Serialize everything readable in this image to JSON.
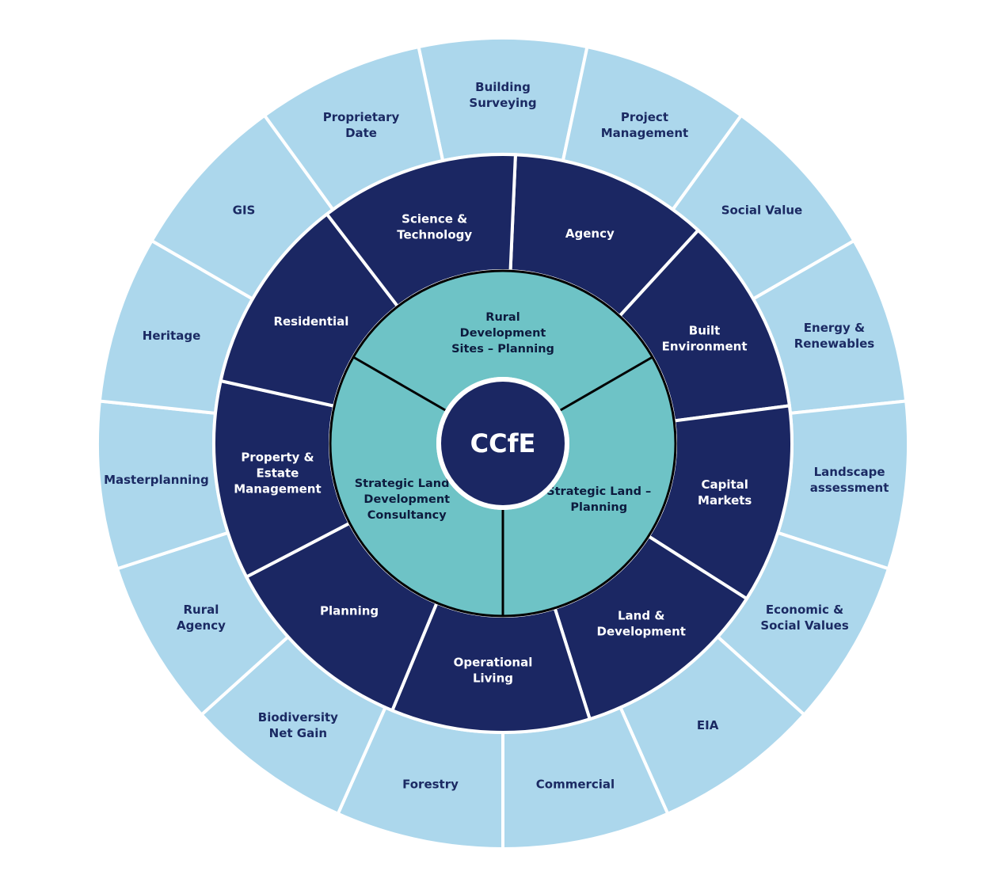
{
  "colors": {
    "outer_ring": "#acd7ec",
    "middle_ring": "#1b2763",
    "inner_ring": "#6ec3c6",
    "center": "#1b2763",
    "divider": "#ffffff",
    "inner_stroke": "#000000",
    "outer_text": "#1b2a63",
    "middle_text": "#ffffff",
    "inner_text": "#0d1b3e"
  },
  "center": {
    "label": "CCfE"
  },
  "inner_ring": [
    {
      "lines": [
        "Rural",
        "Development",
        "Sites – Planning"
      ]
    },
    {
      "lines": [
        "Strategic Land –",
        "Planning"
      ]
    },
    {
      "lines": [
        "Strategic Land –",
        "Development",
        "Consultancy"
      ]
    }
  ],
  "middle_ring": [
    {
      "lines": [
        "Agency"
      ]
    },
    {
      "lines": [
        "Built",
        "Environment"
      ]
    },
    {
      "lines": [
        "Capital",
        "Markets"
      ]
    },
    {
      "lines": [
        "Land &",
        "Development"
      ]
    },
    {
      "lines": [
        "Operational",
        "Living"
      ]
    },
    {
      "lines": [
        "Planning"
      ]
    },
    {
      "lines": [
        "Property &",
        "Estate",
        "Management"
      ]
    },
    {
      "lines": [
        "Residential"
      ]
    },
    {
      "lines": [
        "Science &",
        "Technology"
      ]
    }
  ],
  "outer_ring": [
    {
      "lines": [
        "Building",
        "Surveying"
      ]
    },
    {
      "lines": [
        "Project",
        "Management"
      ]
    },
    {
      "lines": [
        "Social Value"
      ]
    },
    {
      "lines": [
        "Energy &",
        "Renewables"
      ]
    },
    {
      "lines": [
        "Landscape",
        "assessment"
      ]
    },
    {
      "lines": [
        "Economic &",
        "Social Values"
      ]
    },
    {
      "lines": [
        "EIA"
      ]
    },
    {
      "lines": [
        "Commercial"
      ]
    },
    {
      "lines": [
        "Forestry"
      ]
    },
    {
      "lines": [
        "Biodiversity",
        "Net Gain"
      ]
    },
    {
      "lines": [
        "Rural",
        "Agency"
      ]
    },
    {
      "lines": [
        "Masterplanning"
      ]
    },
    {
      "lines": [
        "Heritage"
      ]
    },
    {
      "lines": [
        "GIS"
      ]
    },
    {
      "lines": [
        "Proprietary",
        "Date"
      ]
    }
  ]
}
